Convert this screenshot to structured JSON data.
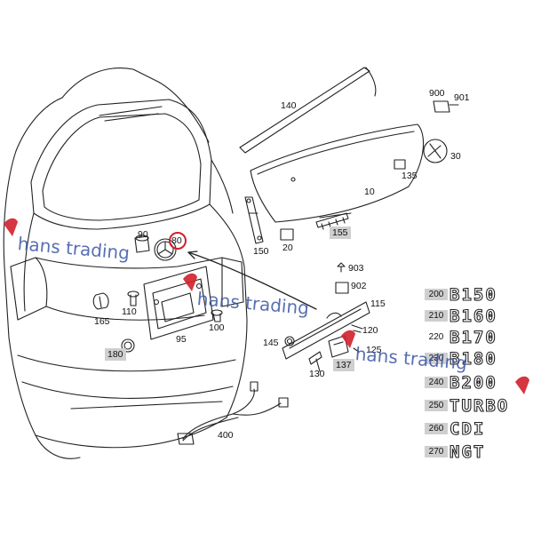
{
  "diagram": {
    "callouts": [
      {
        "id": "c140",
        "label": "140"
      },
      {
        "id": "c900",
        "label": "900"
      },
      {
        "id": "c901",
        "label": "901"
      },
      {
        "id": "c30",
        "label": "30"
      },
      {
        "id": "c135",
        "label": "135"
      },
      {
        "id": "c10",
        "label": "10"
      },
      {
        "id": "c155",
        "label": "155"
      },
      {
        "id": "c150",
        "label": "150"
      },
      {
        "id": "c20",
        "label": "20"
      },
      {
        "id": "c90",
        "label": "90"
      },
      {
        "id": "c80",
        "label": "80"
      },
      {
        "id": "c903",
        "label": "903"
      },
      {
        "id": "c902",
        "label": "902"
      },
      {
        "id": "c115",
        "label": "115"
      },
      {
        "id": "c165",
        "label": "165"
      },
      {
        "id": "c110",
        "label": "110"
      },
      {
        "id": "c100",
        "label": "100"
      },
      {
        "id": "c95",
        "label": "95"
      },
      {
        "id": "c180",
        "label": "180"
      },
      {
        "id": "c145",
        "label": "145"
      },
      {
        "id": "c120",
        "label": "120"
      },
      {
        "id": "c125",
        "label": "125"
      },
      {
        "id": "c130",
        "label": "130"
      },
      {
        "id": "c137",
        "label": "137"
      },
      {
        "id": "c400",
        "label": "400"
      }
    ],
    "badges": [
      {
        "no": "200",
        "text": "B150",
        "highlight": true
      },
      {
        "no": "210",
        "text": "B160",
        "highlight": true
      },
      {
        "no": "220",
        "text": "B170",
        "highlight": false
      },
      {
        "no": "230",
        "text": "B180",
        "highlight": true
      },
      {
        "no": "240",
        "text": "B200",
        "highlight": true
      },
      {
        "no": "250",
        "text": "TURBO",
        "highlight": true
      },
      {
        "no": "260",
        "text": "CDI",
        "highlight": true
      },
      {
        "no": "270",
        "text": "NGT",
        "highlight": true
      }
    ],
    "watermark": "hans trading",
    "colors": {
      "line": "#222222",
      "highlight_box": "#cfcfcf",
      "watermark": "#3b56a8",
      "watermark_accent": "#d0202a",
      "marker_circle": "#d0202a"
    }
  }
}
